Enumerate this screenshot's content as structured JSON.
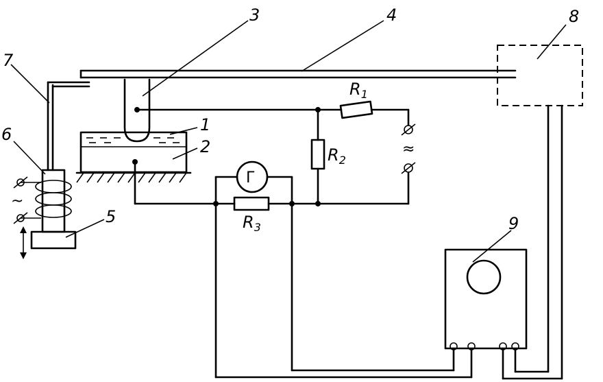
{
  "labels": {
    "n1": "1",
    "n2": "2",
    "n3": "3",
    "n4": "4",
    "n5": "5",
    "n6": "6",
    "n7": "7",
    "n8": "8",
    "n9": "9",
    "r1": "R",
    "r1_sub": "1",
    "r2": "R",
    "r2_sub": "2",
    "r3": "R",
    "r3_sub": "3",
    "galvanometer": "Г",
    "ac_symbol": "~",
    "approx_symbol": "≈"
  },
  "colors": {
    "ink": "#000000",
    "paper": "#ffffff"
  }
}
